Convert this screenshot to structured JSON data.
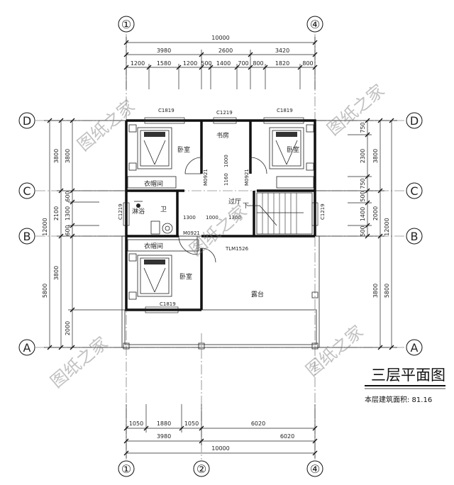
{
  "plan": {
    "title": "三层平面图",
    "area_label": "本层建筑面积: 81.16",
    "watermark": "图纸之家",
    "axes": {
      "top": [
        "①",
        "④"
      ],
      "bottom": [
        "①",
        "②",
        "④"
      ],
      "left": [
        "D",
        "C",
        "B",
        "A"
      ],
      "right": [
        "D",
        "C",
        "B",
        "A"
      ]
    },
    "top_dims": {
      "total": "10000",
      "row2": [
        "3980",
        "2600",
        "3420"
      ],
      "row3": [
        "1200",
        "1580",
        "1200",
        "500",
        "1400",
        "700",
        "800",
        "1820",
        "800"
      ]
    },
    "bottom_dims": {
      "total": "10000",
      "row2": [
        "3980",
        "6020"
      ],
      "row3": [
        "1050",
        "1880",
        "1050",
        "6020"
      ]
    },
    "left_dims": {
      "total": [
        "12000",
        "5800"
      ],
      "mid": [
        "3800",
        "2100",
        "3800"
      ],
      "inner": [
        "3800",
        "600",
        "1300",
        "600",
        "2000"
      ]
    },
    "right_dims": {
      "total": [
        "12000",
        "5800"
      ],
      "mid": [
        "3800",
        "2000",
        "3800"
      ],
      "inner": [
        "750",
        "2300",
        "750",
        "500",
        "1400",
        "500"
      ]
    },
    "rooms": {
      "bedroom": "卧室",
      "study": "书房",
      "closet": "衣帽间",
      "hall": "过厅",
      "bath": "卫",
      "shower": "淋浴",
      "terrace": "露台",
      "down": "下"
    },
    "labels": {
      "win_a": "C1819",
      "win_b": "C1219",
      "door_a": "M0921",
      "door_b": "TLM1526",
      "d1": "1000",
      "d2": "1160",
      "d3": "1300",
      "d4": "1000",
      "d5": "1300"
    }
  }
}
